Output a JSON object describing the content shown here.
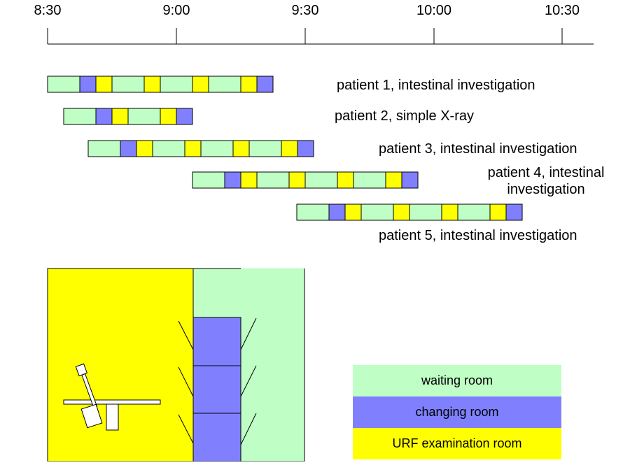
{
  "colors": {
    "waiting": "#bfffc5",
    "changing": "#8080ff",
    "exam": "#ffff00",
    "outline": "#000000"
  },
  "timeline": {
    "tick_labels": [
      "8:30",
      "9:00",
      "9:30",
      "10:00",
      "10:30"
    ]
  },
  "patients": [
    {
      "label": "patient 1, intestinal investigation",
      "segments": [
        "waiting",
        "changing",
        "exam",
        "waiting",
        "exam",
        "waiting",
        "exam",
        "waiting",
        "exam",
        "changing"
      ]
    },
    {
      "label": "patient 2, simple X-ray",
      "segments": [
        "waiting",
        "changing",
        "exam",
        "waiting",
        "exam",
        "changing"
      ]
    },
    {
      "label": "patient 3, intestinal investigation",
      "segments": [
        "waiting",
        "changing",
        "exam",
        "waiting",
        "exam",
        "waiting",
        "exam",
        "waiting",
        "exam",
        "changing"
      ]
    },
    {
      "label": "patient 4, intestinal investigation",
      "segments": [
        "waiting",
        "changing",
        "exam",
        "waiting",
        "exam",
        "waiting",
        "exam",
        "waiting",
        "exam",
        "changing"
      ]
    },
    {
      "label": "patient 5, intestinal investigation",
      "segments": [
        "waiting",
        "changing",
        "exam",
        "waiting",
        "exam",
        "waiting",
        "exam",
        "waiting",
        "exam",
        "changing"
      ]
    }
  ],
  "legend": [
    {
      "key": "waiting",
      "label": "waiting room"
    },
    {
      "key": "changing",
      "label": "changing room"
    },
    {
      "key": "exam",
      "label": "URF examination room"
    }
  ]
}
